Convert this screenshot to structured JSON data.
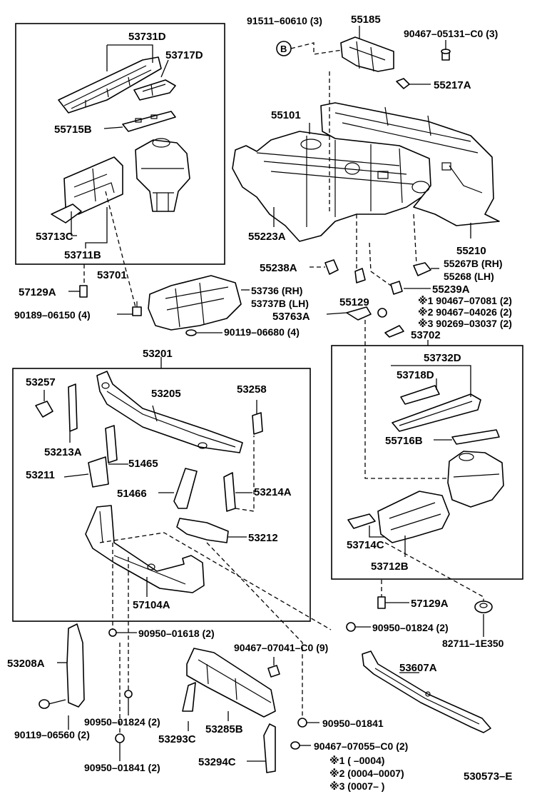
{
  "part_numbers": {
    "p53731D": "53731D",
    "p53717D": "53717D",
    "p55715B": "55715B",
    "p53713C": "53713C",
    "p53711B": "53711B",
    "p53701": "53701",
    "p57129A_l": "57129A",
    "p90189": "90189–06150 (4)",
    "p91511": "91511–60610 (3)",
    "p55185": "55185",
    "p90467_05131": "90467–05131–C0 (3)",
    "p55217A": "55217A",
    "p55101": "55101",
    "p55223A": "55223A",
    "p55210": "55210",
    "p55267B": "55267B (RH)",
    "p55268": "55268   (LH)",
    "p55238A": "55238A",
    "p55129": "55129",
    "p55239A": "55239A",
    "p53736": "53736   (RH)",
    "p53737B": "53737B (LH)",
    "p90119_06680": "90119–06680 (4)",
    "p53763A": "53763A",
    "n1": "※1 90467–07081 (2)",
    "n2": "※2 90467–04026 (2)",
    "n3": "※3 90269–03037 (2)",
    "p53702": "53702",
    "p53201": "53201",
    "p53257": "53257",
    "p53205": "53205",
    "p53258": "53258",
    "p53213A": "53213A",
    "p53211": "53211",
    "p51465": "51465",
    "p51466": "51466",
    "p53214A": "53214A",
    "p53212": "53212",
    "p57104A": "57104A",
    "p53732D": "53732D",
    "p53718D": "53718D",
    "p55716B": "55716B",
    "p53714C": "53714C",
    "p53712B": "53712B",
    "p57129A_r": "57129A",
    "p82711": "82711–1E350",
    "p90950_01618": "90950–01618 (2)",
    "p90950_01824_r": "90950–01824 (2)",
    "p53208A": "53208A",
    "p90467_07041": "90467–07041–C0 (9)",
    "p53607A": "53607A",
    "p90950_01824_l": "90950–01824 (2)",
    "p90119_06560": "90119–06560 (2)",
    "p53293C": "53293C",
    "p53285B": "53285B",
    "p90950_01841_r": "90950–01841",
    "p90467_07055": "90467–07055–C0 (2)",
    "p53294C": "53294C",
    "p90950_01841_l": "90950–01841 (2)"
  },
  "callout_b": "B",
  "footnotes": {
    "f1": "※1 (          –0004)",
    "f2": "※2 (0004–0007)",
    "f3": "※3 (0007–        )"
  },
  "diagram_code": "530573–E"
}
